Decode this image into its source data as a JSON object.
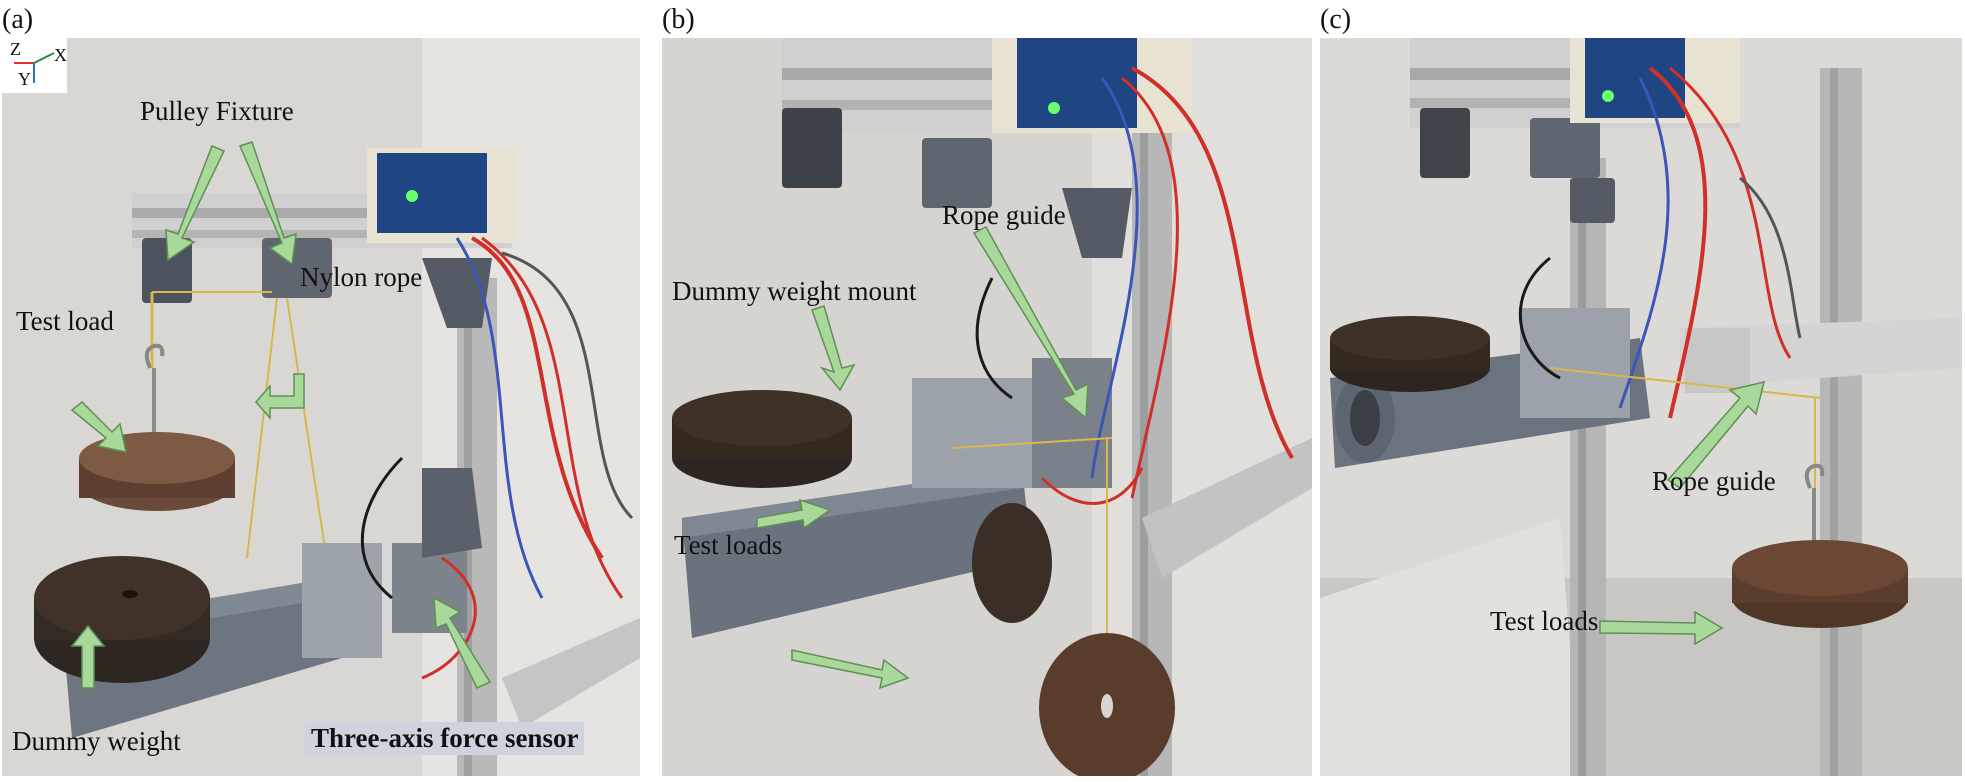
{
  "panels": [
    {
      "letter": "(a)",
      "labels": {
        "pulley_fixture": "Pulley Fixture",
        "nylon_rope": "Nylon rope",
        "test_load": "Test load",
        "dummy_weight": "Dummy weight",
        "three_axis_force_sensor": "Three-axis force sensor"
      },
      "axes": {
        "z": "Z",
        "x": "X",
        "y": "Y"
      }
    },
    {
      "letter": "(b)",
      "labels": {
        "rope_guide": "Rope guide",
        "dummy_weight_mount": "Dummy weight mount",
        "test_loads": "Test loads"
      }
    },
    {
      "letter": "(c)",
      "labels": {
        "rope_guide": "Rope guide",
        "test_loads": "Test loads"
      }
    }
  ],
  "colors": {
    "arrow_fill": "#a8d89a",
    "arrow_stroke": "#5f8f55",
    "wall": "#d8d6d2",
    "aluminum": "#c8c9c8",
    "printed_part": "#6c7480",
    "weight": "#4a3a30",
    "board": "#1d3f7a",
    "wire_red": "#d0302a",
    "wire_blue": "#3a56b8",
    "rope": "#d8b84a"
  }
}
